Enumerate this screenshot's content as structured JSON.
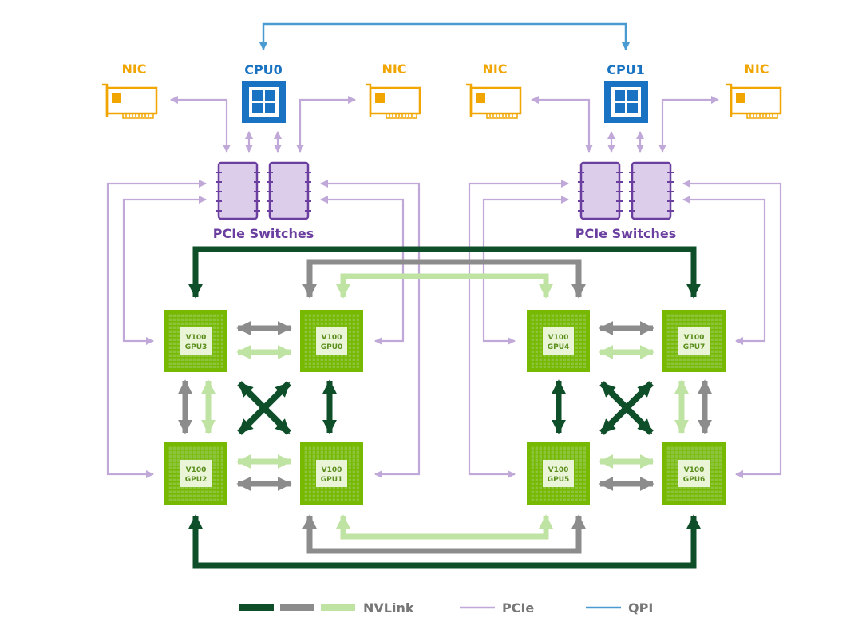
{
  "colors": {
    "nic": "#f0a500",
    "cpu": "#1a73c2",
    "qpi": "#4a9bd1",
    "pcie": "#c0a8d8",
    "pcie_switch_fill": "#dccdea",
    "pcie_switch_stroke": "#6b3fa0",
    "nvlink_dark": "#0e4f2a",
    "nvlink_gray": "#8c8c8c",
    "nvlink_light": "#bfe3a3",
    "gpu_green": "#76b900"
  },
  "nics": [
    {
      "id": "nic0",
      "label": "NIC"
    },
    {
      "id": "nic1",
      "label": "NIC"
    },
    {
      "id": "nic2",
      "label": "NIC"
    },
    {
      "id": "nic3",
      "label": "NIC"
    }
  ],
  "cpus": [
    {
      "id": "cpu0",
      "label": "CPU0"
    },
    {
      "id": "cpu1",
      "label": "CPU1"
    }
  ],
  "switch_groups": [
    {
      "id": "sw-left",
      "label": "PCIe Switches"
    },
    {
      "id": "sw-right",
      "label": "PCIe Switches"
    }
  ],
  "gpus": [
    {
      "id": "gpu3",
      "model": "V100",
      "name": "GPU3"
    },
    {
      "id": "gpu0",
      "model": "V100",
      "name": "GPU0"
    },
    {
      "id": "gpu2",
      "model": "V100",
      "name": "GPU2"
    },
    {
      "id": "gpu1",
      "model": "V100",
      "name": "GPU1"
    },
    {
      "id": "gpu4",
      "model": "V100",
      "name": "GPU4"
    },
    {
      "id": "gpu7",
      "model": "V100",
      "name": "GPU7"
    },
    {
      "id": "gpu5",
      "model": "V100",
      "name": "GPU5"
    },
    {
      "id": "gpu6",
      "model": "V100",
      "name": "GPU6"
    }
  ],
  "legend": {
    "nvlink": "NVLink",
    "pcie": "PCIe",
    "qpi": "QPI"
  }
}
